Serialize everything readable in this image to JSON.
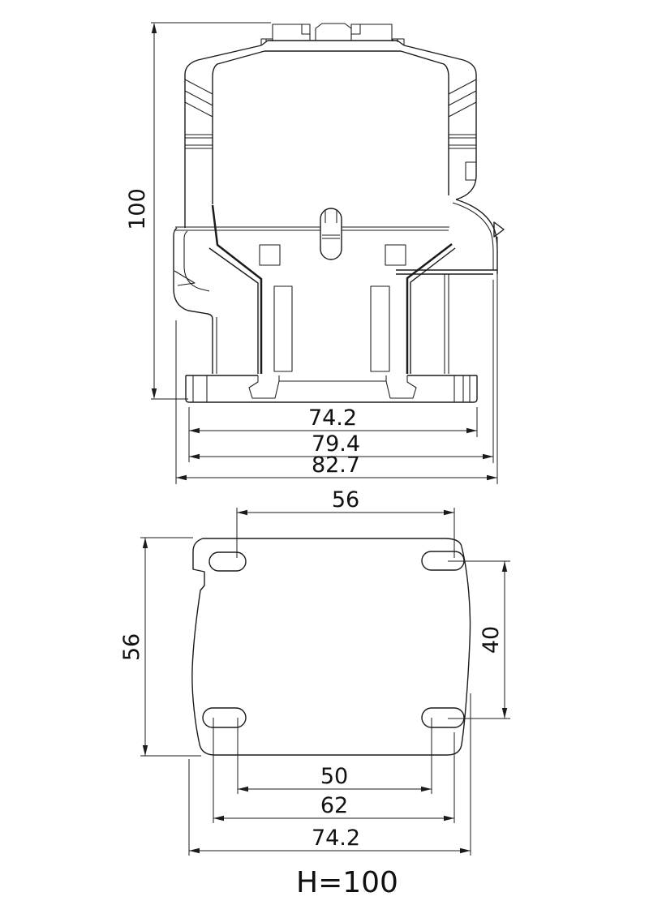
{
  "drawing": {
    "caption": "H=100",
    "front_view": {
      "height": "100",
      "base_width": "74.2",
      "mid_width": "79.4",
      "overall_width": "82.7"
    },
    "bottom_view": {
      "top_hole_span": "56",
      "side_height": "56",
      "right_hole_span": "40",
      "bottom_hole_span_inner": "50",
      "bottom_hole_span_outer": "62",
      "overall_width": "74.2"
    }
  }
}
